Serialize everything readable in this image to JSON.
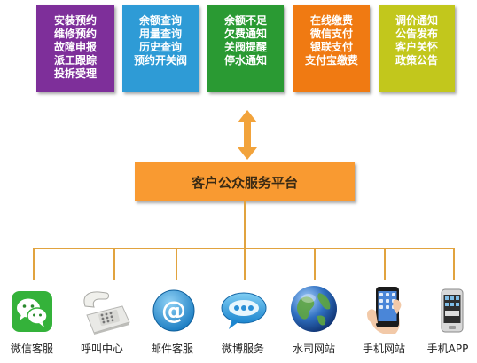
{
  "services": [
    {
      "id": "install",
      "color": "#7e2f9a",
      "lines": [
        "安装预约",
        "维修预约",
        "故障申报",
        "派工跟踪",
        "投拆受理"
      ]
    },
    {
      "id": "query",
      "color": "#2e9bd6",
      "lines": [
        "余额查询",
        "用量查询",
        "历史查询",
        "预约开关阀"
      ]
    },
    {
      "id": "notice",
      "color": "#2a9a33",
      "lines": [
        "余额不足",
        "欠费通知",
        "关阀提醒",
        "停水通知"
      ]
    },
    {
      "id": "payment",
      "color": "#f07a12",
      "lines": [
        "在线缴费",
        "微信支付",
        "银联支付",
        "支付宝缴费"
      ]
    },
    {
      "id": "news",
      "color": "#c2c71c",
      "lines": [
        "调价通知",
        "公告发布",
        "客户关怀",
        "政策公告"
      ]
    }
  ],
  "platform": {
    "label": "客户公众服务平台",
    "color": "#f99a31"
  },
  "channels": [
    {
      "id": "wechat",
      "label": "微信客服",
      "icon": "wechat-icon"
    },
    {
      "id": "call",
      "label": "呼叫中心",
      "icon": "telephone-icon"
    },
    {
      "id": "email",
      "label": "邮件客服",
      "icon": "email-icon"
    },
    {
      "id": "weibo",
      "label": "微博服务",
      "icon": "weibo-icon"
    },
    {
      "id": "site",
      "label": "水司网站",
      "icon": "globe-icon"
    },
    {
      "id": "mobile",
      "label": "手机网站",
      "icon": "smartphone-icon"
    },
    {
      "id": "app",
      "label": "手机APP",
      "icon": "mobile-app-icon"
    }
  ],
  "connector_color": "#e1a33f"
}
